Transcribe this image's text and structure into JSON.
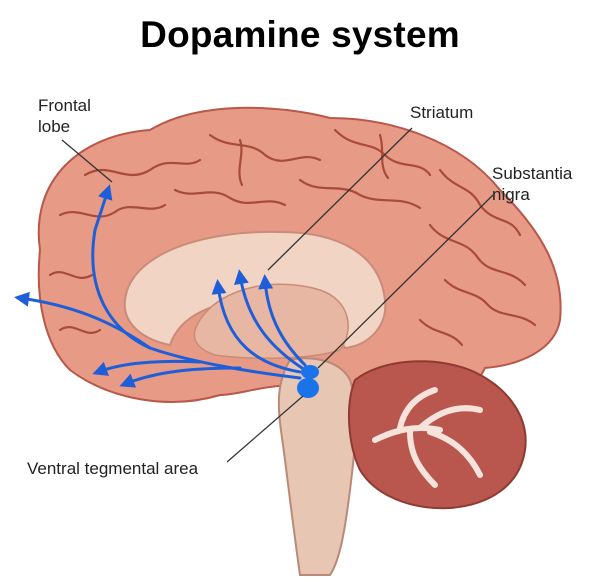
{
  "title": "Dopamine system",
  "labels": {
    "frontal_lobe": [
      "Frontal",
      "lobe"
    ],
    "striatum": "Striatum",
    "substantia_nigra": [
      "Substantia",
      "nigra"
    ],
    "ventral_tegmental_area": "Ventral tegmental area"
  },
  "colors": {
    "cortex": "#e79a86",
    "cortex_shadow": "#c9614e",
    "sulcus": "#a94a3b",
    "inner_brain": "#f2d4c4",
    "brainstem": "#e8c6b4",
    "cerebellum": "#b9564d",
    "cerebellum_white": "#f6e4dc",
    "pathway": "#1e5fd9",
    "nucleus": "#1a73e8",
    "leader_line": "#333333"
  }
}
